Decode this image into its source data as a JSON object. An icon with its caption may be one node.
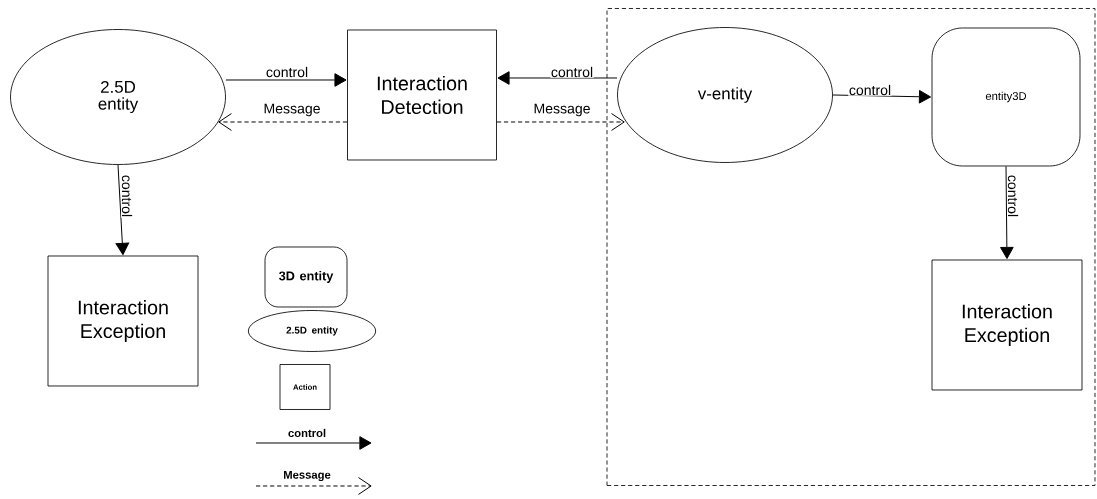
{
  "diagram": {
    "nodes": [
      {
        "text": [
          "2.5D entity"
        ]
      },
      {
        "text": [
          "Interaction Detection"
        ]
      },
      {
        "text": [],
        "shape": "box"
      },
      {
        "text": [
          "v-entity"
        ],
        "in": 2
      },
      {
        "text": [
          "entity3D"
        ],
        "in": 2
      },
      {
        "text": [
          "Interaction Exception"
        ]
      },
      {
        "text": [
          "3D entity"
        ]
      },
      {
        "text": [
          "2.5D entity"
        ]
      },
      {
        "text": [
          "Action"
        ]
      },
      {
        "text": [
          "Interaction Exception"
        ],
        "in": 2
      }
    ],
    "edges": [
      {
        "from": 0,
        "to": 1,
        "arrow": "to",
        "label": "control"
      },
      {
        "from": 1,
        "to": 0,
        "arrow": "to",
        "label": "Message",
        "style": "dashed"
      },
      {
        "from": 3,
        "to": 1,
        "arrow": "to",
        "label": "control"
      },
      {
        "from": 1,
        "to": 3,
        "arrow": "to",
        "label": "Message",
        "style": "dashed"
      },
      {
        "from": 3,
        "to": 4,
        "arrow": "to",
        "label": "control"
      },
      {
        "from": 4,
        "to": 9,
        "arrow": "to",
        "label": "control"
      },
      {
        "from": 0,
        "to": 5,
        "arrow": "to",
        "label": "control"
      }
    ],
    "legend": [
      {
        "text": "control"
      },
      {
        "text": "Message"
      }
    ]
  }
}
